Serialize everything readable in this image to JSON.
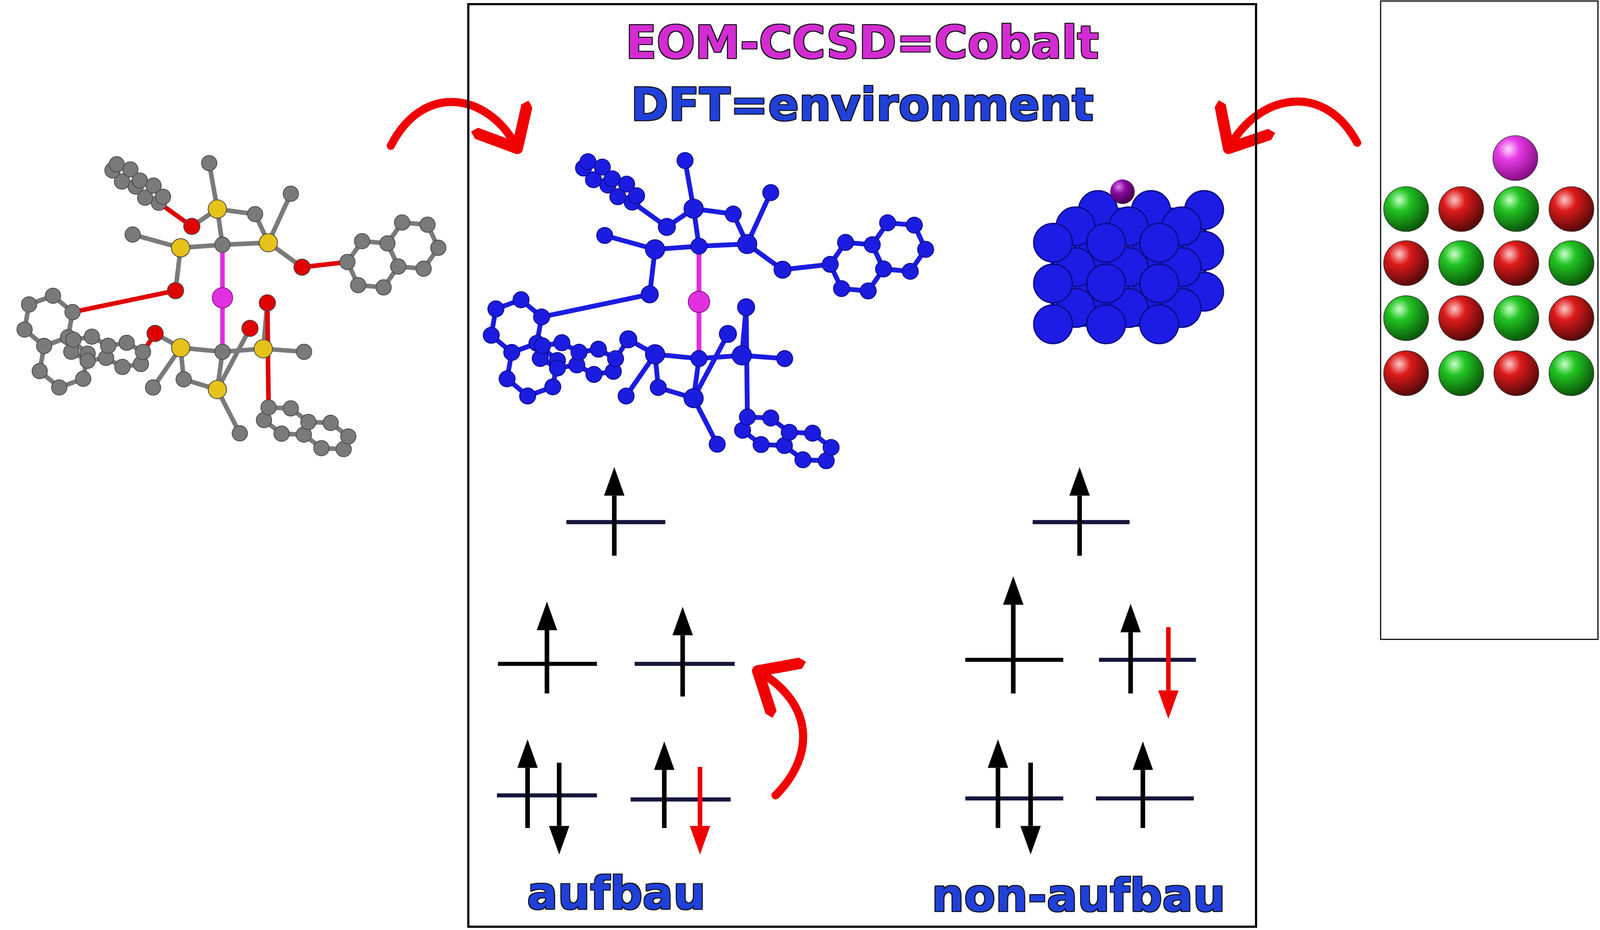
{
  "diagram": {
    "nodes": [
      {
        "text": [
          "EOM-CCSD=Cobalt",
          "DFT=environment"
        ]
      }
    ],
    "labels": [
      "aufbau",
      "non-aufbau"
    ]
  }
}
